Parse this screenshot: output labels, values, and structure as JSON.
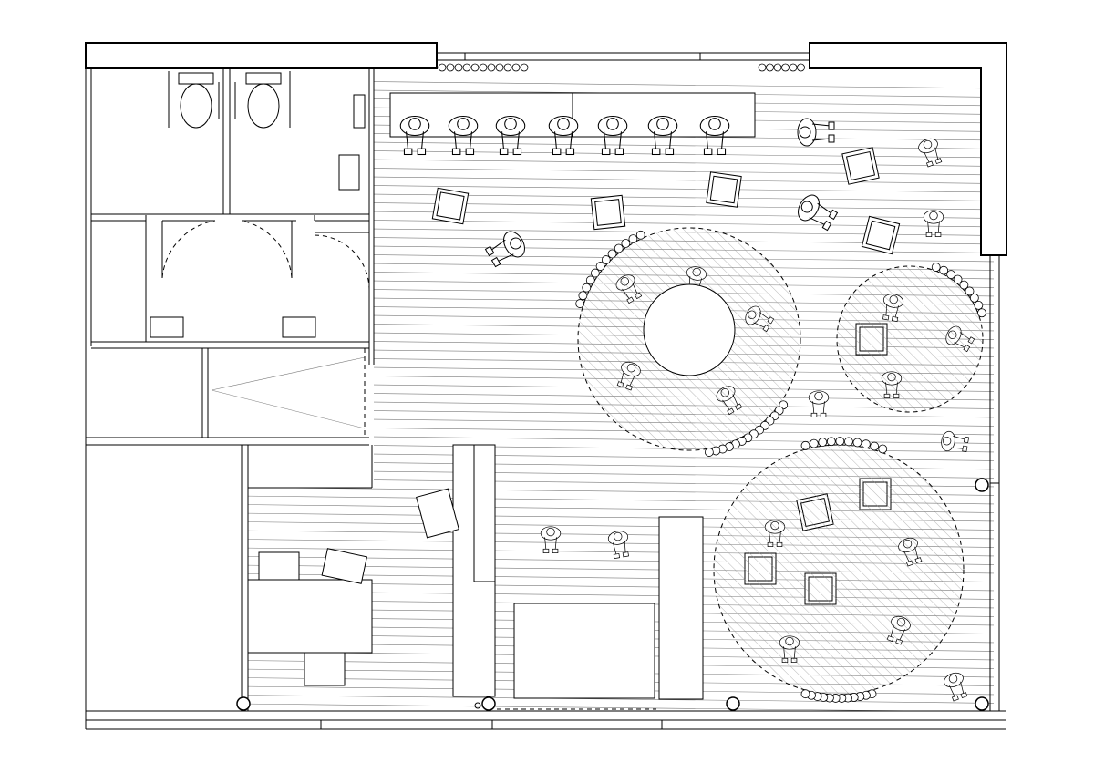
{
  "drawing": {
    "kind": "architectural-floor-plan",
    "line_color": "#000000",
    "background_color": "#ffffff",
    "hatch_color": "#7a7a7a"
  },
  "spaces": [
    {
      "id": "toilet-stalls",
      "fixtures": [
        "toilet",
        "toilet",
        "sink"
      ]
    },
    {
      "id": "washroom-sinks",
      "fixtures": [
        "sink",
        "sink"
      ]
    },
    {
      "id": "storage-room",
      "fixtures": []
    },
    {
      "id": "back-office",
      "fixtures": [
        "desk",
        "chair",
        "chair",
        "chair"
      ]
    },
    {
      "id": "main-hall",
      "fixtures": [
        "long-bench",
        "stools",
        "round-seating",
        "round-seating",
        "round-seating",
        "counters"
      ]
    }
  ],
  "counts": {
    "seated_people_on_bench": 7,
    "round_seating_areas": 3,
    "columns": 6
  }
}
